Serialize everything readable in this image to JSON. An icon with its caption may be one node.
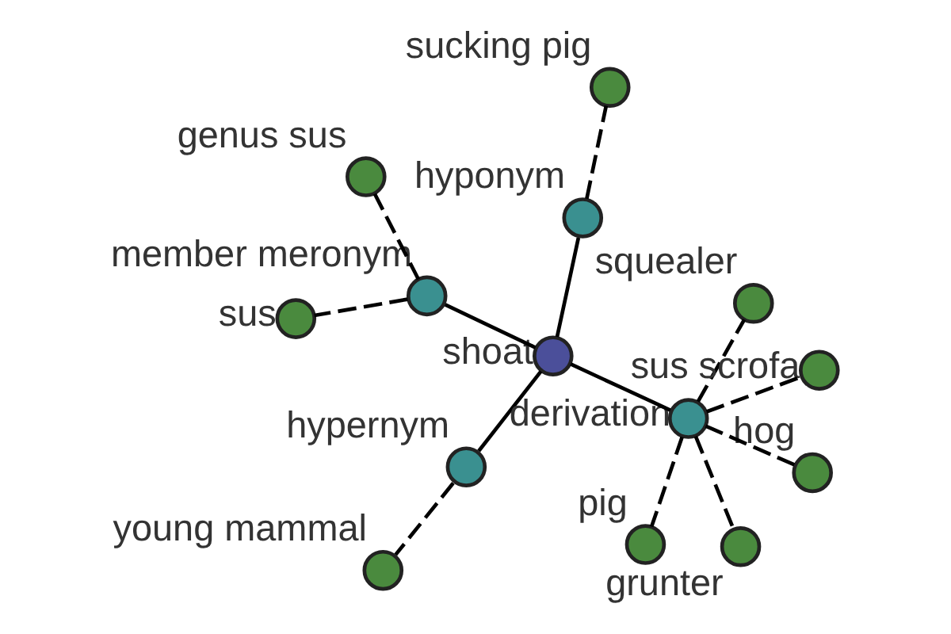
{
  "diagram": {
    "nodes": [
      {
        "text": [
          "shoat"
        ]
      },
      {
        "text": [
          "genus sus"
        ]
      },
      {
        "text": [
          "member meronym"
        ]
      },
      {
        "text": [
          "sus"
        ]
      },
      {
        "text": [
          "sucking pig"
        ]
      },
      {
        "text": [
          "hyponym"
        ]
      },
      {
        "text": [
          "hypernym"
        ]
      },
      {
        "text": [
          "young mammal"
        ]
      },
      {
        "text": [
          "pig"
        ]
      },
      {
        "text": [
          "derivation"
        ]
      },
      {
        "text": [
          "grunter"
        ]
      },
      {
        "text": [
          "squealer"
        ]
      },
      {
        "text": [
          "hog"
        ]
      },
      {
        "text": [
          "sus scrofa"
        ]
      }
    ],
    "edges": [
      {
        "from": 0,
        "to": 2,
        "arrow": "none"
      },
      {
        "from": 0,
        "to": 5,
        "arrow": "none"
      },
      {
        "from": 0,
        "to": 6,
        "arrow": "none"
      },
      {
        "from": 0,
        "to": 9,
        "arrow": "none"
      },
      {
        "from": 2,
        "to": 1,
        "arrow": "none",
        "style": "dashed"
      },
      {
        "from": 2,
        "to": 3,
        "arrow": "none",
        "style": "dashed"
      },
      {
        "from": 5,
        "to": 4,
        "arrow": "none",
        "style": "dashed"
      },
      {
        "from": 6,
        "to": 7,
        "arrow": "none",
        "style": "dashed"
      },
      {
        "from": 9,
        "to": 8,
        "arrow": "none",
        "style": "dashed"
      },
      {
        "from": 9,
        "to": 11,
        "arrow": "none",
        "style": "dashed"
      },
      {
        "from": 9,
        "to": 10,
        "arrow": "none",
        "style": "dashed"
      },
      {
        "from": 9,
        "to": 12,
        "arrow": "none",
        "style": "dashed"
      },
      {
        "from": 9,
        "to": 13,
        "arrow": "none",
        "style": "dashed"
      }
    ]
  }
}
